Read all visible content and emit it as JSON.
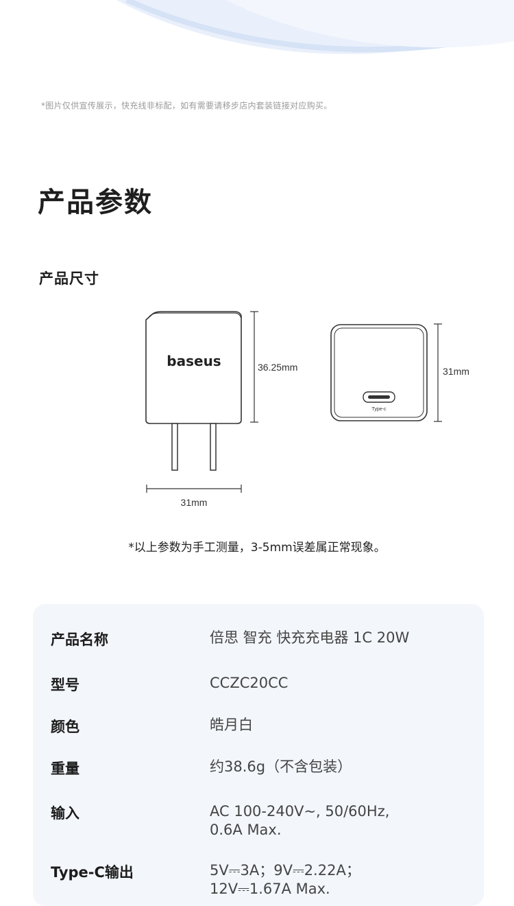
{
  "disclaimer_top": "*图片仅供宣传展示，快充线非标配，如有需要请移步店内套装链接对应购买。",
  "section_title": "产品参数",
  "size_title": "产品尺寸",
  "diagram": {
    "brand_logo": "baseus",
    "height_label": "36.25mm",
    "width_label": "31mm",
    "side_label": "31mm",
    "port_label": "Type-c"
  },
  "measure_note": "*以上参数为手工测量，3-5mm误差属正常现象。",
  "specs": [
    {
      "label": "产品名称",
      "value": "倍思 智充 快充充电器 1C 20W"
    },
    {
      "label": "型号",
      "value": "CCZC20CC"
    },
    {
      "label": "颜色",
      "value": "皓月白"
    },
    {
      "label": "重量",
      "value": "约38.6g（不含包装）"
    },
    {
      "label": "输入",
      "value": "AC 100-240V~, 50/60Hz,",
      "value2": "0.6A Max."
    },
    {
      "label": "Type-C输出",
      "value": "5V⎓3A；9V⎓2.22A；",
      "value2": "12V⎓1.67A Max."
    }
  ],
  "colors": {
    "card_bg": "#f3f6fb",
    "wave": "#dbe6f7"
  }
}
